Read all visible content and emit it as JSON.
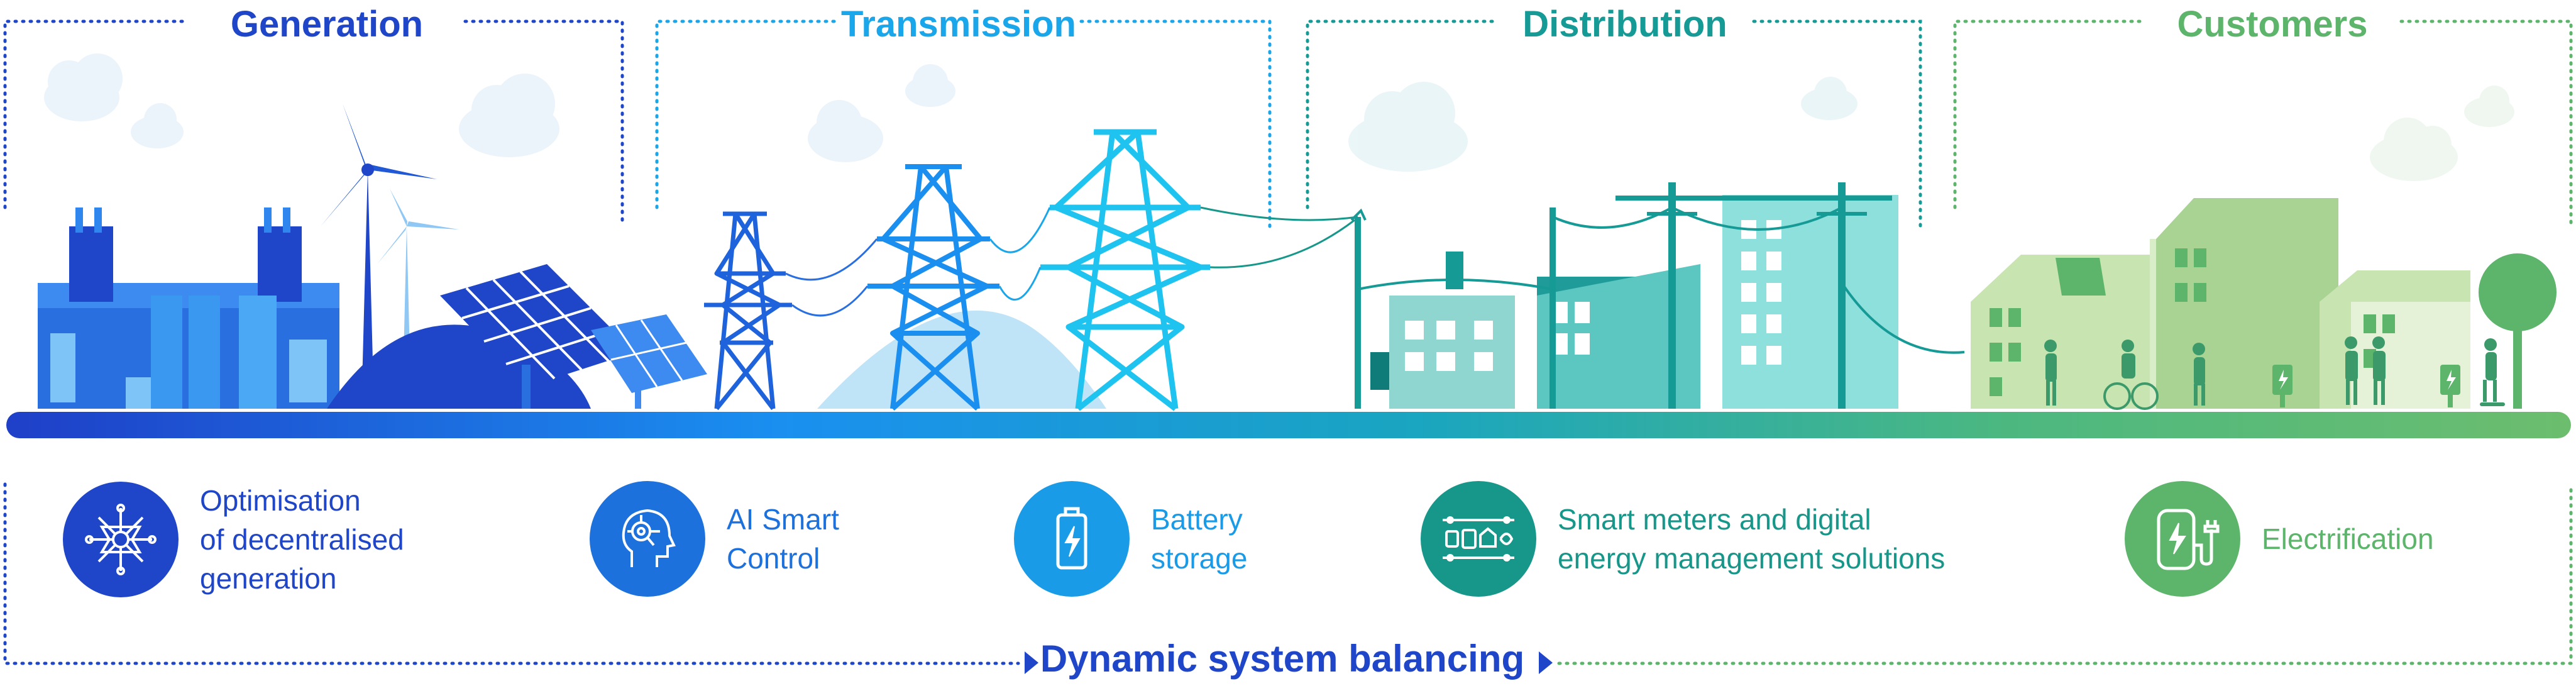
{
  "stages": [
    {
      "title": "Generation",
      "color": "#1f45c9"
    },
    {
      "title": "Transmission",
      "color": "#1aa6ea"
    },
    {
      "title": "Distribution",
      "color": "#169a96"
    },
    {
      "title": "Customers",
      "color": "#5db46b"
    }
  ],
  "features": [
    {
      "label": "Optimisation\nof decentralised\ngeneration",
      "icon": "decentralised-network-icon",
      "color": "#1f45c9"
    },
    {
      "label": "AI Smart\nControl",
      "icon": "ai-head-icon",
      "color": "#1d71dd"
    },
    {
      "label": "Battery\nstorage",
      "icon": "battery-icon",
      "color": "#1a9be8"
    },
    {
      "label": "Smart meters and digital\nenergy management solutions",
      "icon": "smart-meter-icon",
      "color": "#17978a"
    },
    {
      "label": "Electrification",
      "icon": "ev-charger-icon",
      "color": "#5db46b"
    }
  ],
  "balancing": {
    "label": "Dynamic system balancing",
    "color": "#1f45c9"
  }
}
